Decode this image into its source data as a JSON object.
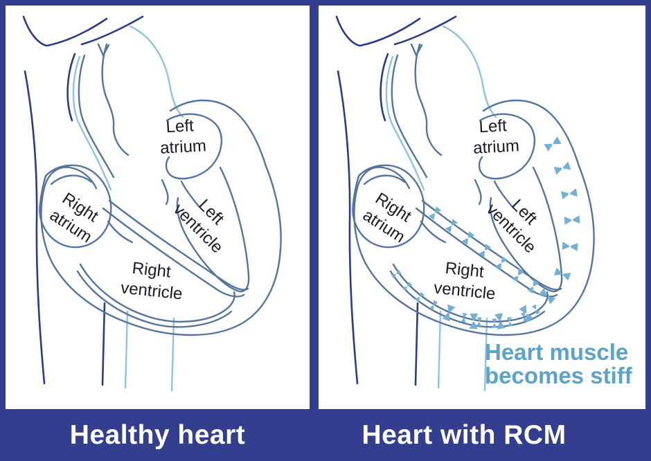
{
  "diagram": {
    "left_panel": {
      "caption": "Healthy heart"
    },
    "right_panel": {
      "caption": "Heart with RCM",
      "annotation": {
        "line1": "Heart muscle",
        "line2": "becomes stiff"
      }
    },
    "chamber_labels": {
      "left_atrium": {
        "line1": "Left",
        "line2": "atrium"
      },
      "left_ventricle": {
        "line1": "Left",
        "line2": "ventricle"
      },
      "right_atrium": {
        "line1": "Right",
        "line2": "atrium"
      },
      "right_ventricle": {
        "line1": "Right",
        "line2": "ventricle"
      }
    },
    "colors": {
      "background": "#343e8e",
      "panel": "#ffffff",
      "heart_outline": "#54749e",
      "vessel_dark": "#2d3a8c",
      "vessel_light": "#8fc4de",
      "stiffness_marks": "#74b0d3",
      "annotation_text": "#5da3c9",
      "label_text": "#181c24",
      "caption_text": "#ffffff"
    }
  }
}
